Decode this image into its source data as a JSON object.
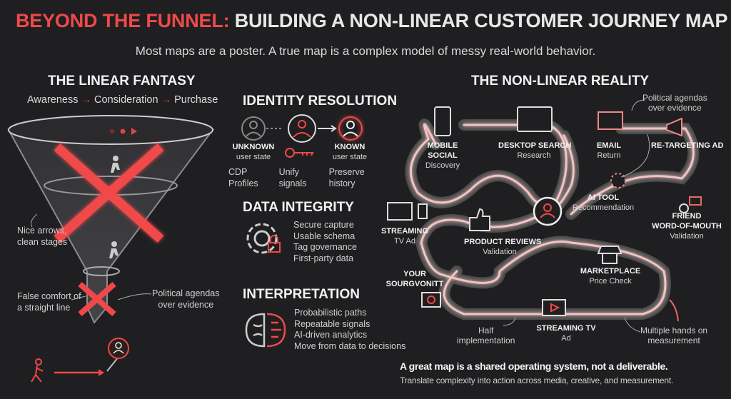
{
  "title": {
    "accent": "BEYOND THE FUNNEL:",
    "rest": " BUILDING A NON-LINEAR CUSTOMER JOURNEY MAP"
  },
  "subtitle": "Most maps are a poster. A true map is a complex model of messy real-world behavior.",
  "colors": {
    "accent": "#f04848",
    "background": "#1f1f21"
  },
  "linear": {
    "heading": "THE LINEAR FANTASY",
    "stages": [
      "Awareness",
      "Consideration",
      "Purchase"
    ],
    "arrow": "→",
    "annotations": {
      "nice": "Nice arrows,\nclean stages",
      "false": "False comfort of\na straight line",
      "political": "Political agendas\nover evidence"
    }
  },
  "identity": {
    "heading": "IDENTITY RESOLUTION",
    "unknown": {
      "title": "UNKNOWN",
      "sub": "user state"
    },
    "known": {
      "title": "KNOWN",
      "sub": "user state"
    },
    "captions": [
      "CDP Profiles",
      "Unify signals",
      "Preserve history"
    ]
  },
  "integrity": {
    "heading": "DATA INTEGRITY",
    "items": [
      "Secure capture",
      "Usable schema",
      "Tag governance",
      "First-party data"
    ]
  },
  "interpretation": {
    "heading": "INTERPRETATION",
    "items": [
      "Probabilistic paths",
      "Repeatable signals",
      "AI-driven analytics",
      "Move from data to decisions"
    ]
  },
  "nonlinear": {
    "heading": "THE NON-LINEAR REALITY",
    "nodes": [
      {
        "title": "MOBILE\nSOCIAL",
        "sub": "Discovery",
        "icon": "smartphone-icon"
      },
      {
        "title": "DESKTOP SEARCH",
        "sub": "Research",
        "icon": "desktop-icon"
      },
      {
        "title": "EMAIL",
        "sub": "Return",
        "icon": "email-icon"
      },
      {
        "title": "RE-TARGETING AD",
        "sub": "",
        "icon": "megaphone-icon"
      },
      {
        "title": "AI TOOL",
        "sub": "Recommendation",
        "icon": "ai-network-icon"
      },
      {
        "title": "FRIEND\nWORD-OF-MOUTH",
        "sub": "Validation",
        "icon": "friend-chat-icon"
      },
      {
        "title": "STREAMING",
        "sub": "TV Ad",
        "icon": "tv-phone-icon"
      },
      {
        "title": "PRODUCT REVIEWS",
        "sub": "Validation",
        "icon": "thumbs-up-icon"
      },
      {
        "title": "YOUR\nSOURGVONITT",
        "sub": "",
        "icon": "laptop-globe-icon"
      },
      {
        "title": "MARKETPLACE",
        "sub": "Price Check",
        "icon": "store-icon"
      },
      {
        "title": "STREAMING TV",
        "sub": "Ad",
        "icon": "tv-play-icon"
      }
    ],
    "annotations": {
      "political": "Political agendas\nover evidence",
      "half": "Half\nimplementation",
      "hands": "Multiple hands on\nmeasurement"
    }
  },
  "footer": {
    "headline": "A great map is a shared operating system, not a deliverable.",
    "sub": "Translate complexity into action across media, creative, and measurement."
  }
}
